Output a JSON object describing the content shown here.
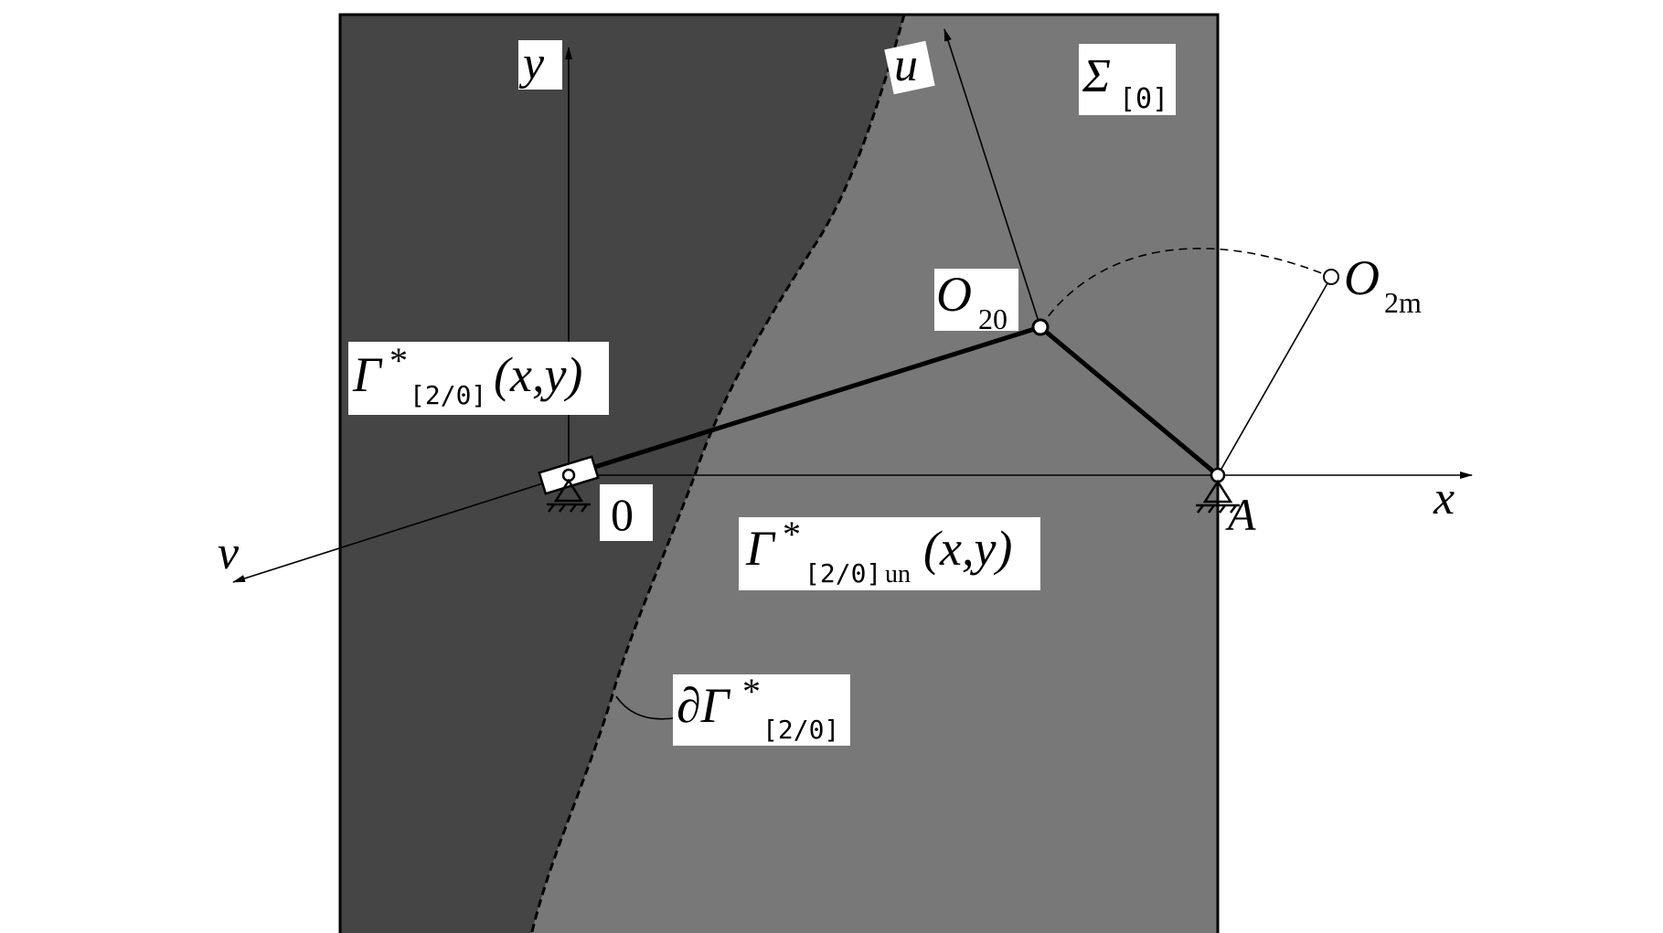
{
  "diagram": {
    "labels": {
      "y_axis": "y",
      "x_axis": "x",
      "u_axis": "u",
      "v_axis": "v",
      "origin": "0",
      "point_a": "A",
      "o20_main": "O",
      "o20_sub": "20",
      "o2m_main": "O",
      "o2m_sub": "2m",
      "sigma_main": "Σ",
      "sigma_sub": "[0]",
      "gamma_main": "Γ",
      "gamma_star": "*",
      "gamma_sub": "[2/0]",
      "gamma_args": "(x,y)",
      "gamma_un_main": "Γ",
      "gamma_un_star": "*",
      "gamma_un_sub": "[2/0]",
      "gamma_un_sub2": "un",
      "gamma_un_args": "(x,y)",
      "boundary_partial": "∂Γ",
      "boundary_star": "*",
      "boundary_sub": "[2/0]"
    },
    "colors": {
      "dark_region": "#454545",
      "light_region": "#787878",
      "line": "#000000",
      "label_bg": "#ffffff"
    }
  }
}
